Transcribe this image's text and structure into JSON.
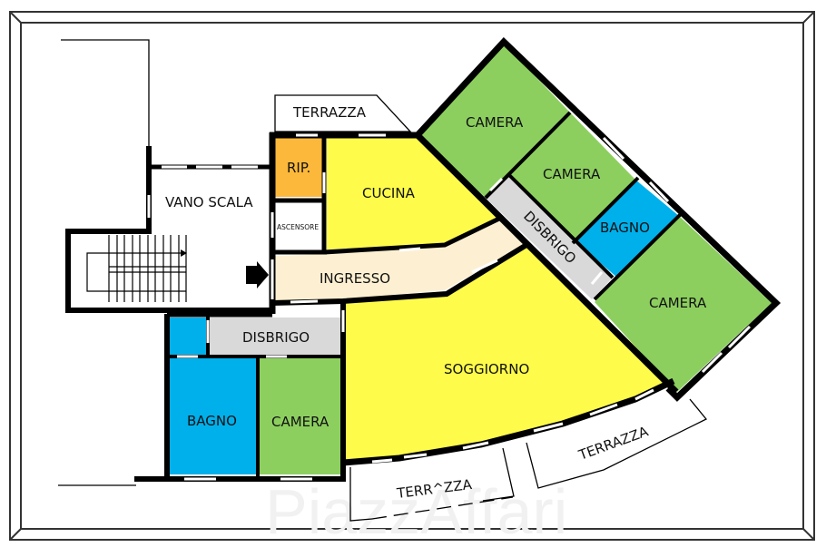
{
  "plan": {
    "watermark": "PiazzAffari",
    "colors": {
      "camera": "#8dcf5f",
      "bagno": "#00b0eb",
      "cucina_soggiorno": "#fefb4a",
      "ingresso": "#fdf0d2",
      "disbrigo": "#d9d9d9",
      "ripostiglio": "#fbb83a",
      "wall": "#000000",
      "frame": "#333333"
    },
    "rooms": {
      "terrazza_top": "TERRAZZA",
      "ripostiglio": "RIP.",
      "cucina": "CUCINA",
      "vano_scala": "VANO SCALA",
      "ascensore": "ASCENSORE",
      "ingresso": "INGRESSO",
      "camera_1": "CAMERA",
      "camera_2": "CAMERA",
      "disbrigo_diag": "DISBRIGO",
      "bagno_right": "BAGNO",
      "camera_3": "CAMERA",
      "soggiorno": "SOGGIORNO",
      "disbrigo_left": "DISBRIGO",
      "bagno_left": "BAGNO",
      "camera_4": "CAMERA",
      "terrazza_bottom_left": "TERR^ZZA",
      "terrazza_bottom_right": "TERRAZZA"
    }
  }
}
